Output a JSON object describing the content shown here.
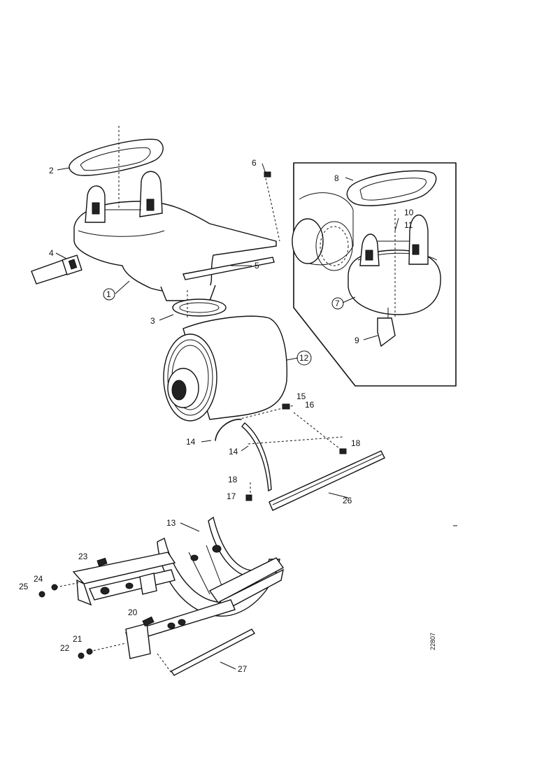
{
  "diagram": {
    "part_labels": {
      "p1": "1",
      "p2": "2",
      "p3": "3",
      "p4": "4",
      "p5": "5",
      "p6": "6",
      "p7": "7",
      "p8": "8",
      "p9": "9",
      "p10": "10",
      "p11": "11",
      "p12": "12",
      "p13": "13",
      "p14a": "14",
      "p14b": "14",
      "p15": "15",
      "p16": "16",
      "p17": "17",
      "p18a": "18",
      "p18b": "18",
      "p20": "20",
      "p21": "21",
      "p22": "22",
      "p23": "23",
      "p24": "24",
      "p25": "25",
      "p26": "26",
      "p27": "27"
    },
    "reference_code": "22807"
  }
}
